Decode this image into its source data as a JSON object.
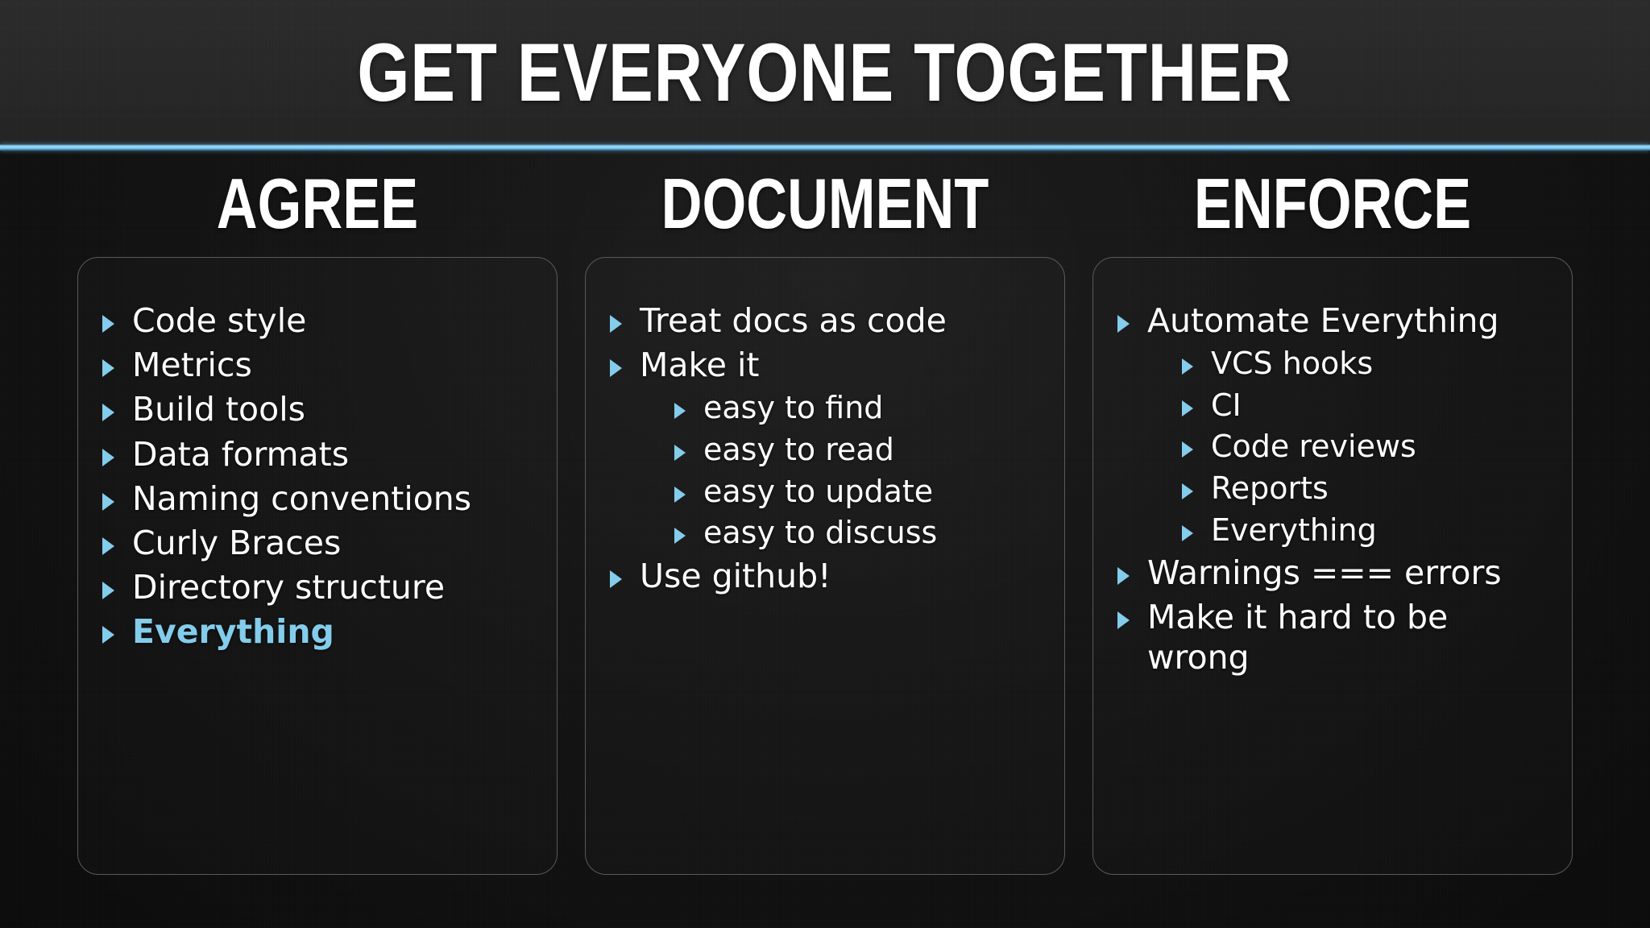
{
  "slide": {
    "title": "GET EVERYONE TOGETHER",
    "accent_color": "#83ccec",
    "text_color": "#ffffff",
    "background_color": "#141414",
    "header_background": "#272727",
    "divider_color": "#7cc6ee",
    "card_border_color": "#595959"
  },
  "columns": [
    {
      "heading": "AGREE",
      "bullets": [
        {
          "level": 1,
          "text": "Code style",
          "accent": false
        },
        {
          "level": 1,
          "text": "Metrics",
          "accent": false
        },
        {
          "level": 1,
          "text": "Build tools",
          "accent": false
        },
        {
          "level": 1,
          "text": "Data formats",
          "accent": false
        },
        {
          "level": 1,
          "text": "Naming conventions",
          "accent": false
        },
        {
          "level": 1,
          "text": "Curly Braces",
          "accent": false
        },
        {
          "level": 1,
          "text": "Directory structure",
          "accent": false
        },
        {
          "level": 1,
          "text": "Everything",
          "accent": true
        }
      ]
    },
    {
      "heading": "DOCUMENT",
      "bullets": [
        {
          "level": 1,
          "text": "Treat docs as code",
          "accent": false
        },
        {
          "level": 1,
          "text": "Make it",
          "accent": false
        },
        {
          "level": 2,
          "text": "easy to find",
          "accent": false
        },
        {
          "level": 2,
          "text": "easy to read",
          "accent": false
        },
        {
          "level": 2,
          "text": "easy to update",
          "accent": false
        },
        {
          "level": 2,
          "text": "easy to discuss",
          "accent": false
        },
        {
          "level": 1,
          "text": "Use github!",
          "accent": false
        }
      ]
    },
    {
      "heading": "ENFORCE",
      "bullets": [
        {
          "level": 1,
          "text": "Automate Everything",
          "accent": false
        },
        {
          "level": 2,
          "text": "VCS hooks",
          "accent": false
        },
        {
          "level": 2,
          "text": "CI",
          "accent": false
        },
        {
          "level": 2,
          "text": "Code reviews",
          "accent": false
        },
        {
          "level": 2,
          "text": "Reports",
          "accent": false
        },
        {
          "level": 2,
          "text": "Everything",
          "accent": false
        },
        {
          "level": 1,
          "text": "Warnings === errors",
          "accent": false
        },
        {
          "level": 1,
          "text": "Make it hard to be wrong",
          "accent": false
        }
      ]
    }
  ]
}
